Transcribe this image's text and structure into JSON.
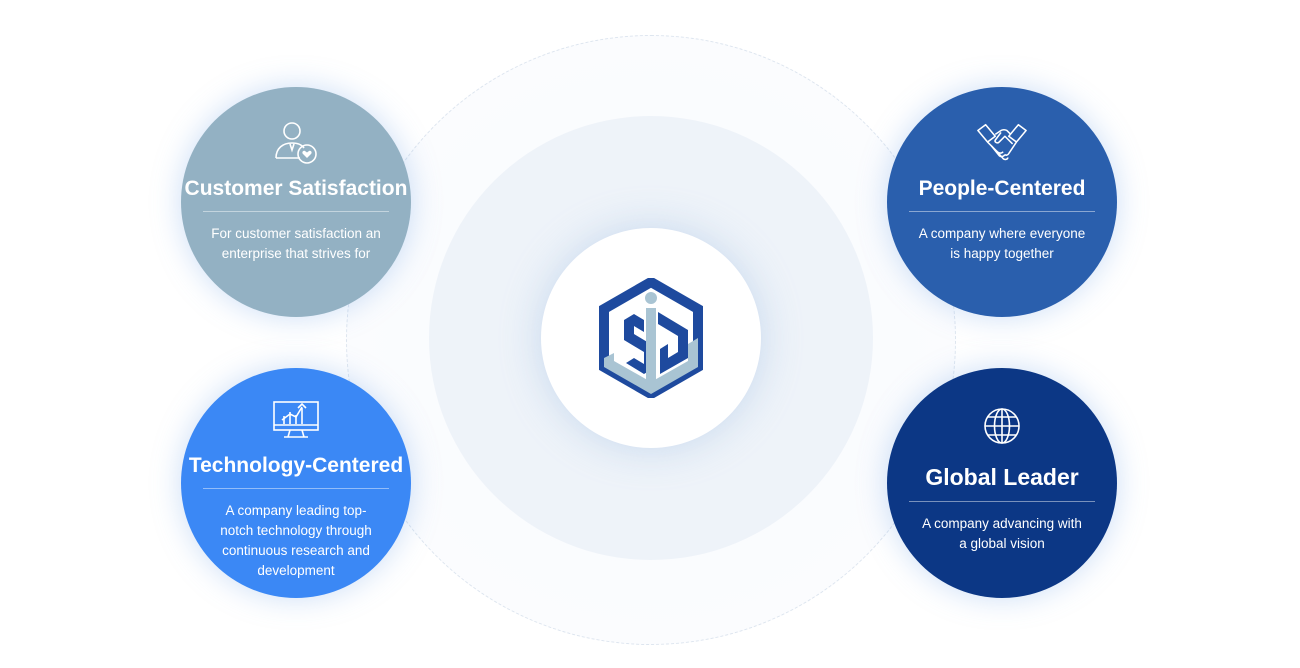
{
  "values": [
    {
      "key": "customer",
      "icon": "user-heart-icon",
      "title": "Customer Satisfaction",
      "desc": "For customer satisfaction an enterprise that strives for"
    },
    {
      "key": "people",
      "icon": "handshake-icon",
      "title": "People-Centered",
      "desc": "A company where everyone is happy together"
    },
    {
      "key": "technology",
      "icon": "monitor-chart-icon",
      "title": "Technology-Centered",
      "desc": "A company leading top-notch technology through continuous research and development"
    },
    {
      "key": "global",
      "icon": "globe-icon",
      "title": "Global Leader",
      "desc": "A company advancing with a global vision"
    }
  ],
  "logo": {
    "icon": "company-hexagon-logo",
    "colors": {
      "primary": "#1e4a9e",
      "secondary": "#a9c4d3"
    }
  },
  "colors": {
    "customer": "#93b1c3",
    "people": "#2a5fad",
    "technology": "#3b88f5",
    "global": "#0c3785"
  }
}
